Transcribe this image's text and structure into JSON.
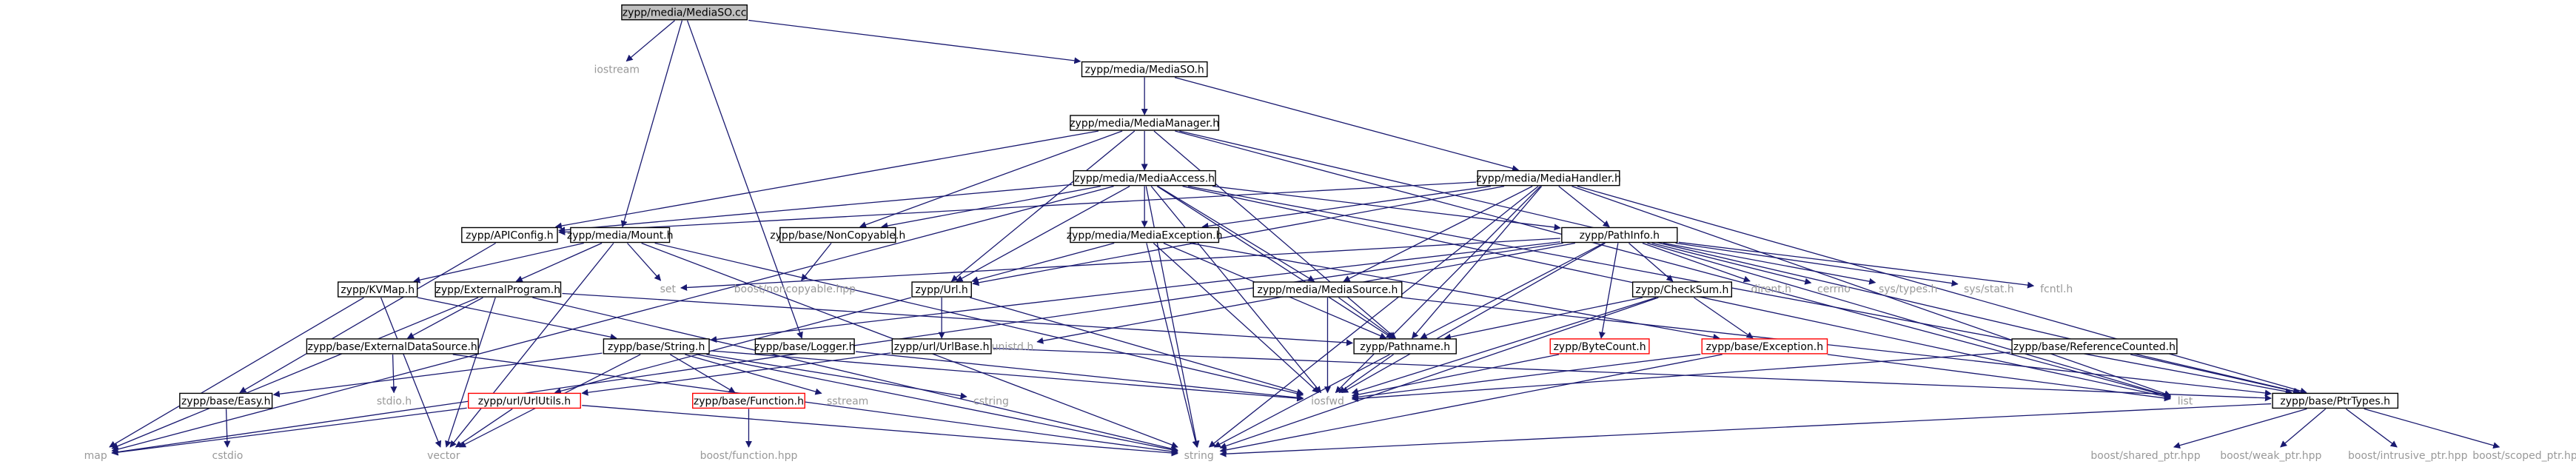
{
  "diagram": {
    "type": "include-dependency-graph",
    "colors": {
      "edge": "#191970",
      "root_fill": "#bfbfbf",
      "truncated_border": "#ff0000",
      "external_text": "#999999",
      "border": "#000000"
    },
    "nodes": {
      "mediaso_cc": "zypp/media/MediaSO.cc",
      "iostream": "iostream",
      "mediaso_h": "zypp/media/MediaSO.h",
      "mediamanager": "zypp/media/MediaManager.h",
      "mediaaccess": "zypp/media/MediaAccess.h",
      "mediahandler": "zypp/media/MediaHandler.h",
      "apiconfig": "zypp/APIConfig.h",
      "mount": "zypp/media/Mount.h",
      "noncopyable": "zypp/base/NonCopyable.h",
      "mediaexception": "zypp/media/MediaException.h",
      "pathinfo": "zypp/PathInfo.h",
      "kvmap": "zypp/KVMap.h",
      "externalprogram": "zypp/ExternalProgram.h",
      "set": "set",
      "boost_noncopyable": "boost/noncopyable.hpp",
      "url": "zypp/Url.h",
      "mediasource": "zypp/media/MediaSource.h",
      "dirent": "dirent.h",
      "cerrno": "cerrno",
      "systypes": "sys/types.h",
      "sysstat": "sys/stat.h",
      "fcntl": "fcntl.h",
      "checksum": "zypp/CheckSum.h",
      "externaldatasource": "zypp/base/ExternalDataSource.h",
      "string_h": "zypp/base/String.h",
      "logger": "zypp/base/Logger.h",
      "urlbase": "zypp/url/UrlBase.h",
      "unistd": "unistd.h",
      "pathname": "zypp/Pathname.h",
      "bytecount": "zypp/ByteCount.h",
      "exception": "zypp/base/Exception.h",
      "refcounted": "zypp/base/ReferenceCounted.h",
      "stdio": "stdio.h",
      "easy": "zypp/base/Easy.h",
      "urlutils": "zypp/url/UrlUtils.h",
      "function_h": "zypp/base/Function.h",
      "sstream": "sstream",
      "cstring": "cstring",
      "iosfwd": "iosfwd",
      "list": "list",
      "ptrtypes": "zypp/base/PtrTypes.h",
      "cstdio": "cstdio",
      "map": "map",
      "vector": "vector",
      "boost_function": "boost/function.hpp",
      "string": "string",
      "shared_ptr": "boost/shared_ptr.hpp",
      "weak_ptr": "boost/weak_ptr.hpp",
      "intrusive_ptr": "boost/intrusive_ptr.hpp",
      "scoped_ptr": "boost/scoped_ptr.hpp"
    }
  }
}
